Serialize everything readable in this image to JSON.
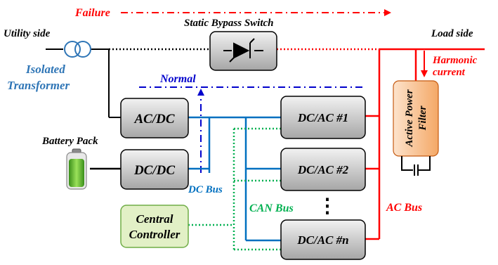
{
  "labels": {
    "failure": "Failure",
    "static_bypass_switch": "Static Bypass Switch",
    "utility_side": "Utility side",
    "load_side": "Load side",
    "isolated_line1": "Isolated",
    "isolated_line2": "Transformer",
    "normal": "Normal",
    "harmonic_line1": "Harmonic",
    "harmonic_line2": "current",
    "battery_pack": "Battery Pack",
    "dc_bus": "DC Bus",
    "can_bus": "CAN Bus",
    "ac_bus": "AC Bus",
    "ellipsis": "⋮"
  },
  "blocks": {
    "acdc": "AC/DC",
    "dcdc": "DC/DC",
    "dcac1": "DC/AC #1",
    "dcac2": "DC/AC #2",
    "dcacn": "DC/AC #n",
    "controller_line1": "Central",
    "controller_line2": "Controller",
    "filter_line1": "Active Power",
    "filter_line2": "Filter"
  },
  "colors": {
    "failure": "#ff0000",
    "normal": "#0000cc",
    "dc_bus": "#0070c0",
    "can_bus": "#00b050",
    "ac_bus": "#ff0000",
    "transformer_text": "#2e75b6",
    "block_fill": "#bfbfbf",
    "controller_fill": "#e2f0c6",
    "filter_fill": "#f8c9a0"
  }
}
